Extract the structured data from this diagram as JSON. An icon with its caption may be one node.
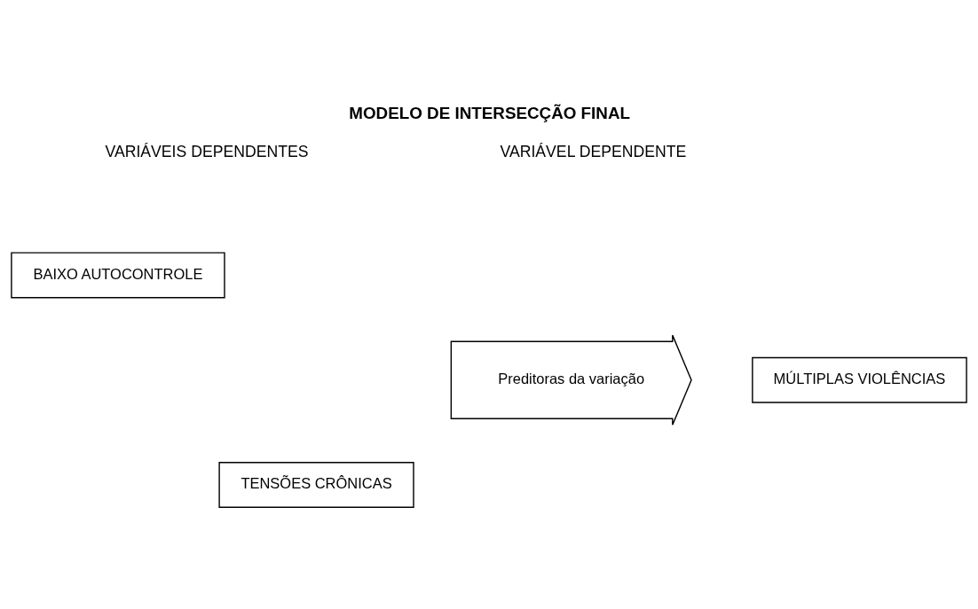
{
  "diagram": {
    "title": "MODELO DE INTERSECÇÃO FINAL",
    "nodes": [
      {
        "text": [
          "BAIXO AUTOCONTROLE"
        ]
      },
      {
        "text": [
          "TENSÕES CRÔNICAS"
        ]
      },
      {
        "text": [
          "Preditoras da variação"
        ]
      },
      {
        "text": [
          "MÚLTIPLAS VIOLÊNCIAS"
        ]
      }
    ],
    "edges": [],
    "labels": [
      "VARIÁVEIS DEPENDENTES",
      "VARIÁVEL DEPENDENTE"
    ]
  }
}
